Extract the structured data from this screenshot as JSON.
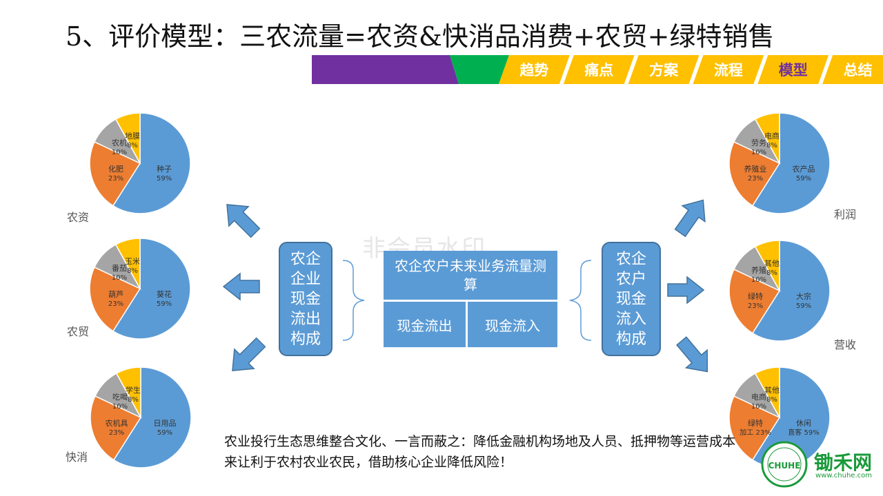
{
  "title": "5、评价模型：三农流量=农资&快消品消费+农贸+绿特销售",
  "nav": {
    "tabs": [
      "趋势",
      "痛点",
      "方案",
      "流程",
      "模型",
      "总结"
    ],
    "active": "模型",
    "colors": {
      "purple": "#7030a0",
      "green": "#00b050",
      "yellow": "#ffc000",
      "active_text": "#7030a0"
    }
  },
  "pies": [
    {
      "id": "left-1",
      "label": "农资",
      "slices": [
        {
          "name": "种子",
          "pct": "59%",
          "value": 59,
          "color": "#5b9bd5"
        },
        {
          "name": "化肥",
          "pct": "23%",
          "value": 23,
          "color": "#ed7d31"
        },
        {
          "name": "农机",
          "pct": "10%",
          "value": 10,
          "color": "#a5a5a5"
        },
        {
          "name": "地膜",
          "pct": "8%",
          "value": 8,
          "color": "#ffc000"
        }
      ]
    },
    {
      "id": "left-2",
      "label": "农贸",
      "slices": [
        {
          "name": "葵花",
          "pct": "59%",
          "value": 59,
          "color": "#5b9bd5"
        },
        {
          "name": "葫芦",
          "pct": "23%",
          "value": 23,
          "color": "#ed7d31"
        },
        {
          "name": "番茄",
          "pct": "10%",
          "value": 10,
          "color": "#a5a5a5"
        },
        {
          "name": "玉米",
          "pct": "8%",
          "value": 8,
          "color": "#ffc000"
        }
      ]
    },
    {
      "id": "left-3",
      "label": "快消",
      "slices": [
        {
          "name": "日用品",
          "pct": "59%",
          "value": 59,
          "color": "#5b9bd5"
        },
        {
          "name": "农机具",
          "pct": "23%",
          "value": 23,
          "color": "#ed7d31"
        },
        {
          "name": "吃喝",
          "pct": "10%",
          "value": 10,
          "color": "#a5a5a5"
        },
        {
          "name": "学生",
          "pct": "8%",
          "value": 8,
          "color": "#ffc000"
        }
      ]
    },
    {
      "id": "right-1",
      "label": "利润",
      "slices": [
        {
          "name": "农产品",
          "pct": "59%",
          "value": 59,
          "color": "#5b9bd5"
        },
        {
          "name": "养殖业",
          "pct": "23%",
          "value": 23,
          "color": "#ed7d31"
        },
        {
          "name": "劳务",
          "pct": "10%",
          "value": 10,
          "color": "#a5a5a5"
        },
        {
          "name": "电商",
          "pct": "8%",
          "value": 8,
          "color": "#ffc000"
        }
      ]
    },
    {
      "id": "right-2",
      "label": "营收",
      "slices": [
        {
          "name": "大宗",
          "pct": "59%",
          "value": 59,
          "color": "#5b9bd5"
        },
        {
          "name": "绿特",
          "pct": "23%",
          "value": 23,
          "color": "#ed7d31"
        },
        {
          "name": "养殖",
          "pct": "10%",
          "value": 10,
          "color": "#a5a5a5"
        },
        {
          "name": "其他",
          "pct": "8%",
          "value": 8,
          "color": "#ffc000"
        }
      ]
    },
    {
      "id": "right-3",
      "label": "",
      "slices": [
        {
          "name": "休闲直客",
          "pct": "59%",
          "value": 59,
          "color": "#5b9bd5"
        },
        {
          "name": "绿特加工",
          "pct": "23%",
          "value": 23,
          "color": "#ed7d31"
        },
        {
          "name": "电商",
          "pct": "10%",
          "value": 10,
          "color": "#a5a5a5"
        },
        {
          "name": "其他",
          "pct": "8%",
          "value": 8,
          "color": "#ffc000"
        }
      ]
    }
  ],
  "center": {
    "left_box": "农企企业现金流出构成",
    "right_box": "农企农户现金流入构成",
    "top_box": "农企农户未来业务流量测算",
    "out_box": "现金流出",
    "in_box": "现金流入",
    "box_color": "#5b9bd5"
  },
  "watermark": "非会员水印",
  "note": "农业投行生态思维整合文化、一言而蔽之：降低金融机构场地及人员、抵押物等运营成本来让利于农村农业农民，借助核心企业降低风险！",
  "logo": {
    "name": "锄禾网",
    "url": "www.chuhe.com",
    "badge": "CHUHE",
    "color": "#1a9a3a"
  }
}
